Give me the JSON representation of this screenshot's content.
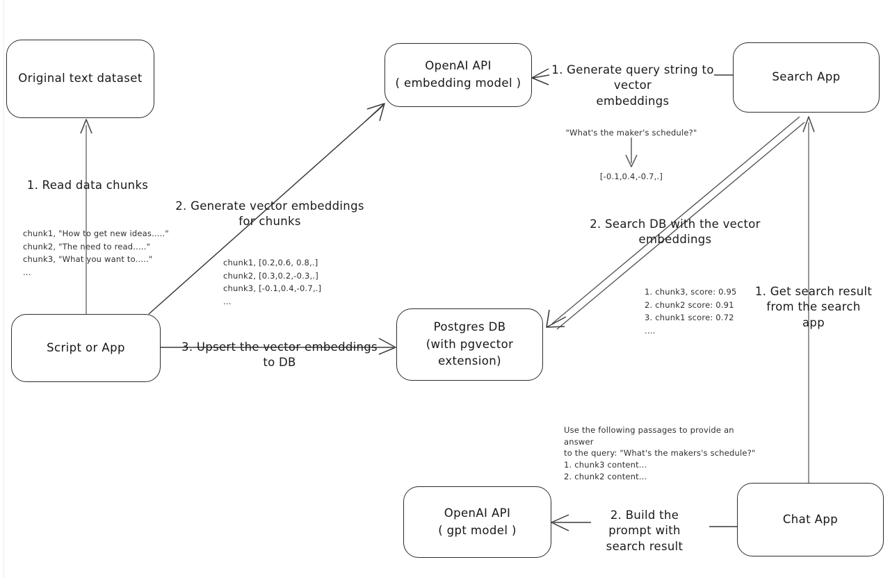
{
  "diagram": {
    "title": "Vector search RAG pipeline diagram",
    "background_color": "#ffffff",
    "stroke_color": "#2b2b2b",
    "nodes": {
      "original_dataset": {
        "line1": "Original text dataset",
        "line2": ""
      },
      "script_or_app": {
        "line1": "Script or App",
        "line2": ""
      },
      "openai_embedding": {
        "line1": "OpenAI API",
        "line2": "( embedding model )"
      },
      "postgres_db": {
        "line1": "Postgres DB",
        "line2": "(with pgvector extension)"
      },
      "search_app": {
        "line1": "Search App",
        "line2": ""
      },
      "chat_app": {
        "line1": "Chat App",
        "line2": ""
      },
      "openai_gpt": {
        "line1": "OpenAI API",
        "line2": "( gpt model )"
      }
    },
    "edge_labels": {
      "read_chunks": "1. Read data chunks",
      "generate_embeddings": "2. Generate vector embeddings for chunks",
      "upsert": "3. Upsert the vector embeddings  to DB",
      "generate_query_embeddings": "1. Generate query string to vector\nembeddings",
      "search_db": "2. Search DB with the vector embeddings",
      "get_search_result": "1. Get search result\nfrom the search app",
      "build_prompt": "2. Build the prompt with\nsearch result"
    },
    "annotations": {
      "chunks_text": "chunk1, \"How to get new ideas.....\"\nchunk2, \"The need to read.....\"\nchunk3, \"What you want to.....\"\n...",
      "chunk_vectors": "chunk1, [0.2,0.6, 0.8,.]\nchunk2, [0.3,0.2,-0.3,.]\nchunk3, [-0.1,0.4,-0.7,.]\n...",
      "query_string": "\"What's the maker's schedule?\"",
      "query_vector": "[-0.1,0.4,-0.7,.]",
      "search_scores": "1. chunk3, score: 0.95\n2. chunk2 score: 0.91\n3. chunk1 score: 0.72\n....",
      "prompt_text": "Use the following passages to provide an answer\nto the query: \"What's the makers's schedule?\"\n1. chunk3 content...\n2. chunk2 content..."
    }
  }
}
